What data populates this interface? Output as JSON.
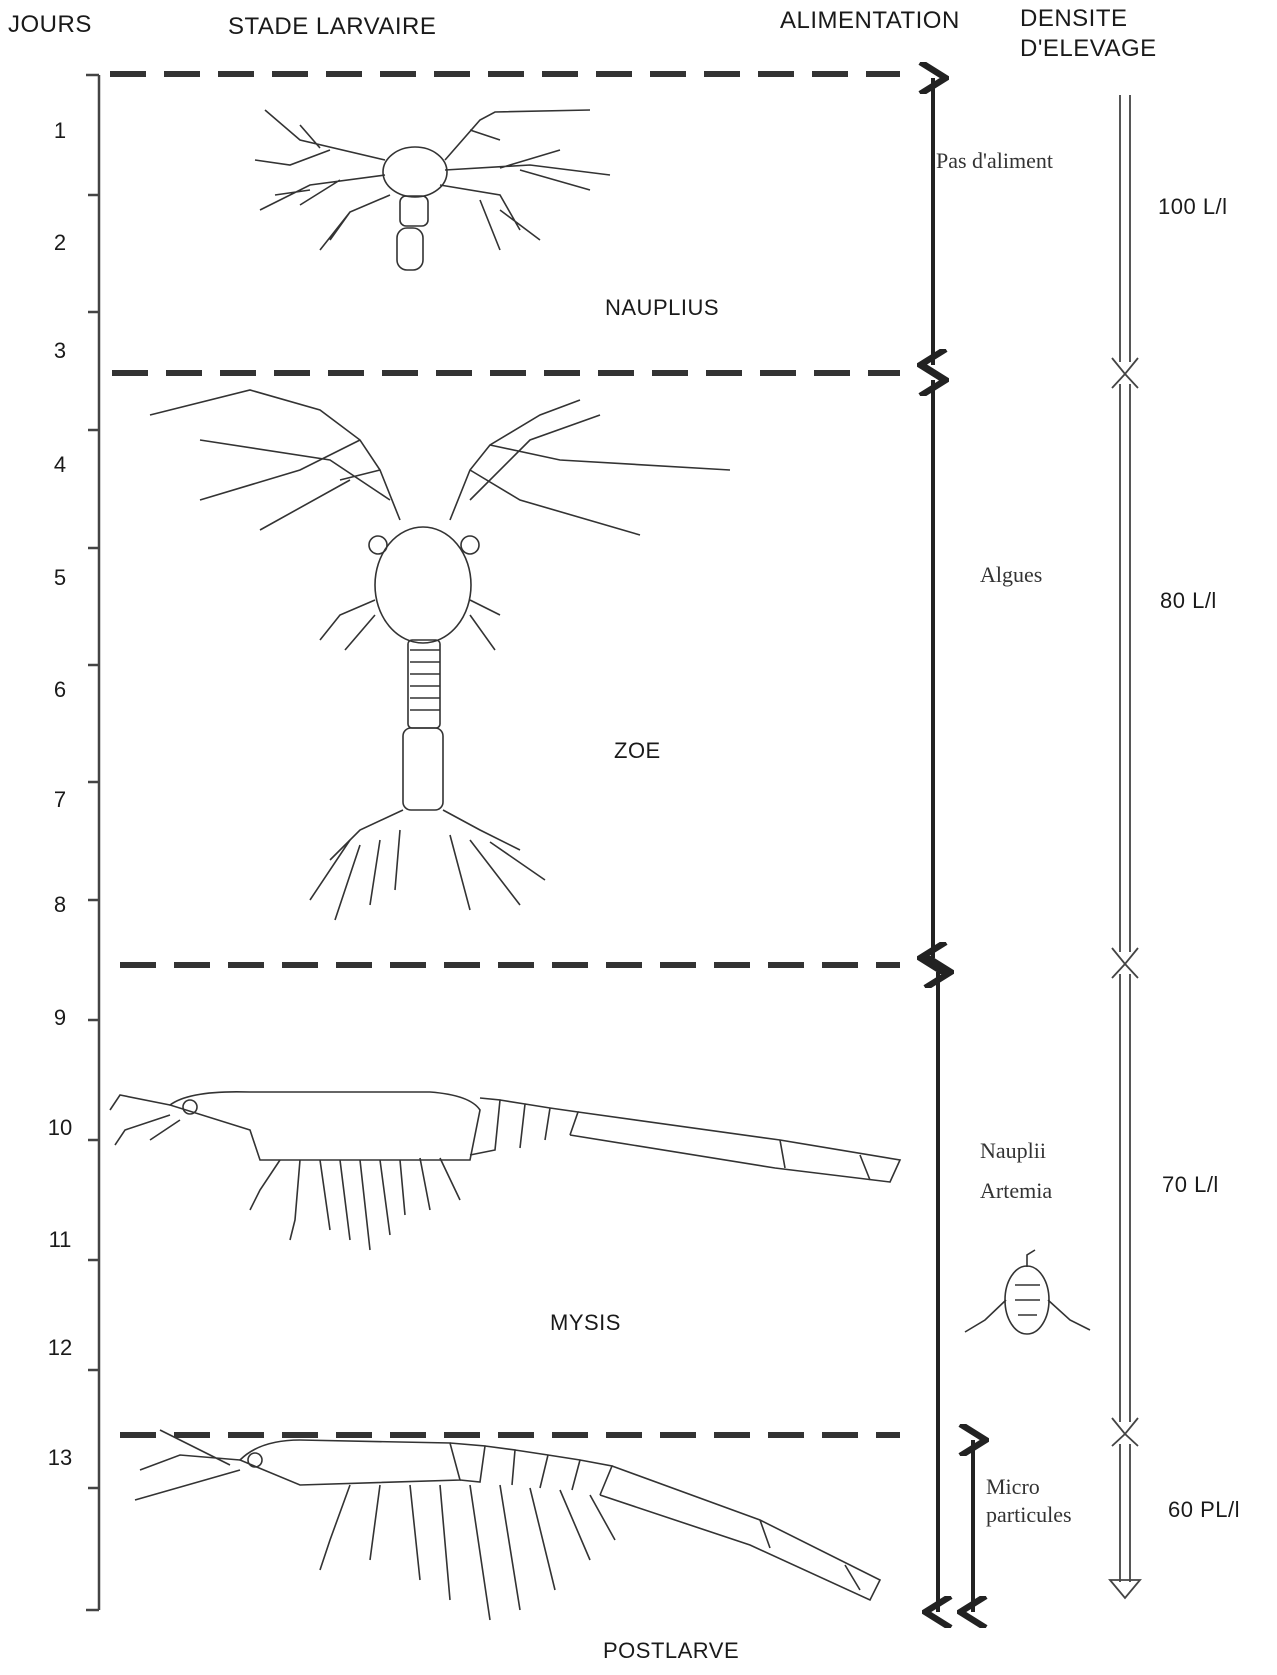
{
  "headers": {
    "days": "JOURS",
    "stage": "STADE LARVAIRE",
    "feeding": "ALIMENTATION",
    "density_line1": "DENSITE",
    "density_line2": "D'ELEVAGE"
  },
  "days": [
    "1",
    "2",
    "3",
    "4",
    "5",
    "6",
    "7",
    "8",
    "9",
    "10",
    "11",
    "12",
    "13"
  ],
  "stages": [
    {
      "name": "NAUPLIUS",
      "feeding": "Pas d'aliment",
      "density": "100 L/l"
    },
    {
      "name": "ZOE",
      "feeding": "Algues",
      "density": "80 L/l"
    },
    {
      "name": "MYSIS",
      "feeding_line1": "Nauplii",
      "feeding_line2": "Artemia",
      "density": "70 L/l"
    },
    {
      "name": "POSTLARVE",
      "feeding_line1": "Micro",
      "feeding_line2": "particules",
      "density": "60 PL/l"
    }
  ],
  "illustrations": [
    "nauplius-drawing",
    "zoe-drawing",
    "mysis-drawing",
    "artemia-nauplius-drawing",
    "postlarva-drawing"
  ]
}
